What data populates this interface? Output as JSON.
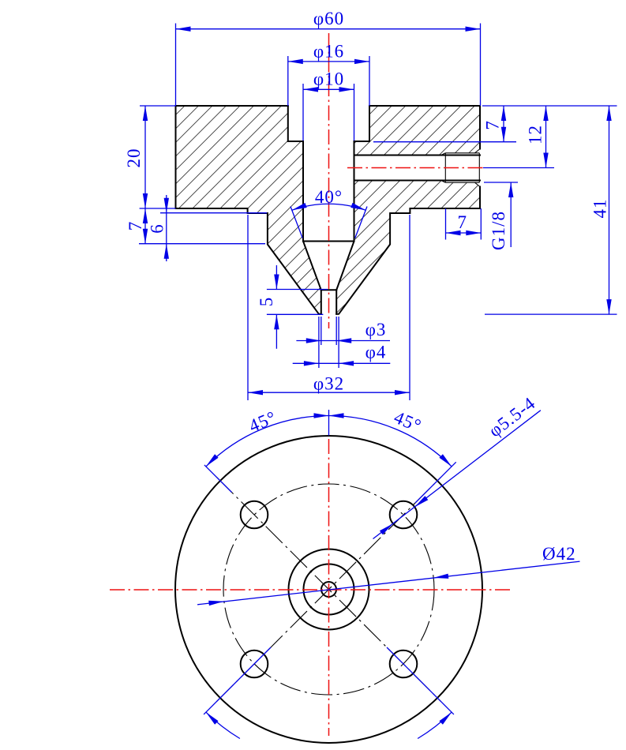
{
  "drawing": {
    "kind": "mechanical-part-engineering-drawing",
    "part": "nozzle-body",
    "colors": {
      "outline": "#000000",
      "dimension": "#0000e6",
      "centerline": "#ee1111",
      "background": "#ffffff"
    },
    "section_view": {
      "dims": {
        "outer_diameter": "φ60",
        "counterbore_diameter": "φ16",
        "bore_diameter": "φ10",
        "body_height": "20",
        "step_height": "7",
        "collar_height": "6",
        "cone_angle": "40°",
        "tip_length": "5",
        "orifice_diameter": "φ3",
        "tip_flat_diameter": "φ4",
        "boss_diameter": "φ32",
        "thread_length": "7",
        "thread_spec": "G1/8",
        "counterbore_depth": "7",
        "port_axis_depth": "12",
        "total_height": "41"
      }
    },
    "bottom_view": {
      "dims": {
        "angle_left": "45°",
        "angle_right": "45°",
        "bolt_holes": "φ5.5-4",
        "bolt_circle_diameter": "Ø42"
      }
    }
  }
}
